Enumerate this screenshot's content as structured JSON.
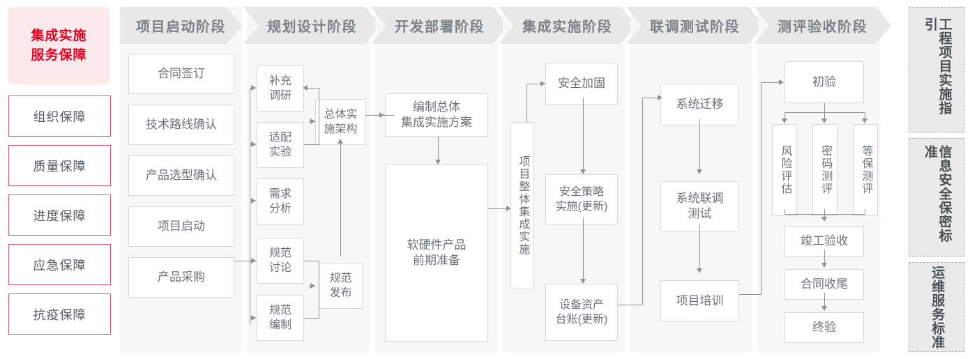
{
  "sidebar": {
    "title": "集成实施\n服务保障",
    "title_line1": "集成实施",
    "title_line2": "服务保障",
    "items": [
      {
        "label": "组织保障"
      },
      {
        "label": "质量保障"
      },
      {
        "label": "进度保障"
      },
      {
        "label": "应急保障"
      },
      {
        "label": "抗疫保障"
      }
    ],
    "accent_color": "#e60021",
    "border_color": "#e2536b",
    "fill_color": "#fce9ec"
  },
  "phases": [
    {
      "id": "startup",
      "header": "项目启动阶段",
      "nodes": [
        {
          "label": "合同签订"
        },
        {
          "label": "技术路线确认"
        },
        {
          "label": "产品选型确认"
        },
        {
          "label": "项目启动"
        },
        {
          "label": "产品采购"
        }
      ]
    },
    {
      "id": "planning",
      "header": "规划设计阶段",
      "nodes": [
        {
          "label": "补充\n调研",
          "l1": "补充",
          "l2": "调研"
        },
        {
          "label": "适配\n实验",
          "l1": "适配",
          "l2": "实验"
        },
        {
          "label": "需求\n分析",
          "l1": "需求",
          "l2": "分析"
        },
        {
          "label": "规范\n讨论",
          "l1": "规范",
          "l2": "讨论"
        },
        {
          "label": "规范\n编制",
          "l1": "规范",
          "l2": "编制"
        },
        {
          "label": "总体实\n施架构",
          "l1": "总体实",
          "l2": "施架构"
        },
        {
          "label": "规范\n发布",
          "l1": "规范",
          "l2": "发布"
        }
      ]
    },
    {
      "id": "develop",
      "header": "开发部署阶段",
      "nodes": [
        {
          "label": "编制总体\n集成实施方案",
          "l1": "编制总体",
          "l2": "集成实施方案"
        },
        {
          "label": "软硬件产品\n前期准备",
          "l1": "软硬件产品",
          "l2": "前期准备"
        }
      ]
    },
    {
      "id": "integration",
      "header": "集成实施阶段",
      "nodes": [
        {
          "label": "项目整体集成实施"
        },
        {
          "label": "安全加固"
        },
        {
          "label": "安全策略\n实施(更新)",
          "l1": "安全策略",
          "l2": "实施(更新)"
        },
        {
          "label": "设备资产\n台账(更新)",
          "l1": "设备资产",
          "l2": "台账(更新)"
        }
      ]
    },
    {
      "id": "jointtest",
      "header": "联调测试阶段",
      "nodes": [
        {
          "label": "系统迁移"
        },
        {
          "label": "系统联调\n测试",
          "l1": "系统联调",
          "l2": "测试"
        },
        {
          "label": "项目培训"
        }
      ]
    },
    {
      "id": "acceptance",
      "header": "测评验收阶段",
      "nodes": [
        {
          "label": "初验"
        },
        {
          "label": "风险评估"
        },
        {
          "label": "密码测评"
        },
        {
          "label": "等保测评"
        },
        {
          "label": "竣工验收"
        },
        {
          "label": "合同收尾"
        },
        {
          "label": "终验"
        }
      ]
    }
  ],
  "standards": [
    {
      "label": "工程项目实施指引"
    },
    {
      "label": "信息安全保密标准"
    },
    {
      "label": "运维服务标准"
    }
  ]
}
